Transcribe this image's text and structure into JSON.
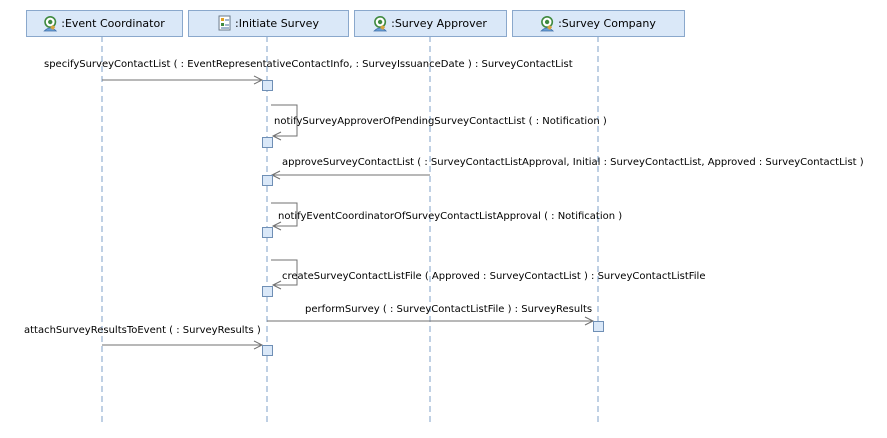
{
  "lifelines": [
    {
      "label": ":Event Coordinator",
      "icon": "actor-icon"
    },
    {
      "label": ":Initiate Survey",
      "icon": "process-icon"
    },
    {
      "label": ":Survey Approver",
      "icon": "actor-icon"
    },
    {
      "label": ":Survey Company",
      "icon": "actor-icon"
    }
  ],
  "messages": [
    {
      "from": 0,
      "to": 1,
      "label": "specifySurveyContactList (  : EventRepresentativeContactInfo,  : SurveyIssuanceDate ) : SurveyContactList"
    },
    {
      "from": 1,
      "to": 1,
      "label": "notifySurveyApproverOfPendingSurveyContactList (  : Notification )"
    },
    {
      "from": 2,
      "to": 1,
      "label": "approveSurveyContactList (  : SurveyContactListApproval, Initial : SurveyContactList, Approved : SurveyContactList )"
    },
    {
      "from": 1,
      "to": 1,
      "label": "notifyEventCoordinatorOfSurveyContactListApproval (  : Notification )"
    },
    {
      "from": 1,
      "to": 1,
      "label": "createSurveyContactListFile ( Approved : SurveyContactList ) : SurveyContactListFile"
    },
    {
      "from": 1,
      "to": 3,
      "label": "performSurvey (  : SurveyContactListFile ) : SurveyResults"
    },
    {
      "from": 0,
      "to": 1,
      "label": "attachSurveyResultsToEvent (  : SurveyResults )"
    }
  ],
  "colors": {
    "header_fill": "#dae8f8",
    "header_stroke": "#8aa8cc",
    "lifeline": "#7fa2c8",
    "arrow": "#707070",
    "activation_fill": "#dae8f8",
    "activation_stroke": "#6f8fb5"
  }
}
